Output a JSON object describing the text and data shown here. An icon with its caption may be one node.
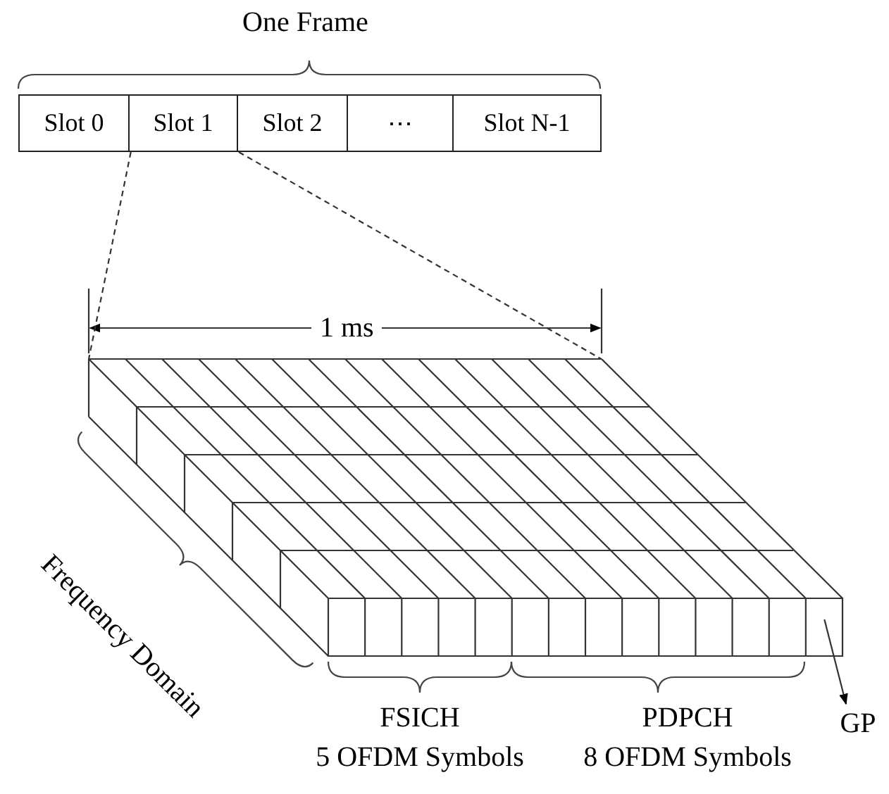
{
  "diagram": {
    "nodes": [
      {
        "text": [
          "Slot 0"
        ]
      },
      {
        "text": [
          "Slot 1"
        ]
      },
      {
        "text": [
          "Slot 2"
        ]
      },
      {
        "text": [
          "⋯"
        ]
      },
      {
        "text": [
          "Slot N-1"
        ]
      },
      {
        "text": [],
        "shape": "box"
      },
      {
        "text": [
          "FSICH",
          "5 OFDM Symbols"
        ]
      },
      {
        "text": [
          "PDPCH",
          "8 OFDM Symbols"
        ]
      },
      {
        "text": [
          "GP"
        ]
      }
    ],
    "edges": [
      {
        "from": 1,
        "to": 5,
        "arrow": "none",
        "style": "dashed"
      },
      {
        "from": 1,
        "to": 5,
        "arrow": "none",
        "style": "dashed"
      },
      {
        "from": 5,
        "to": 8,
        "arrow": "to"
      }
    ],
    "labels": [
      "One Frame",
      "1 ms",
      "Frequency Domain"
    ]
  }
}
